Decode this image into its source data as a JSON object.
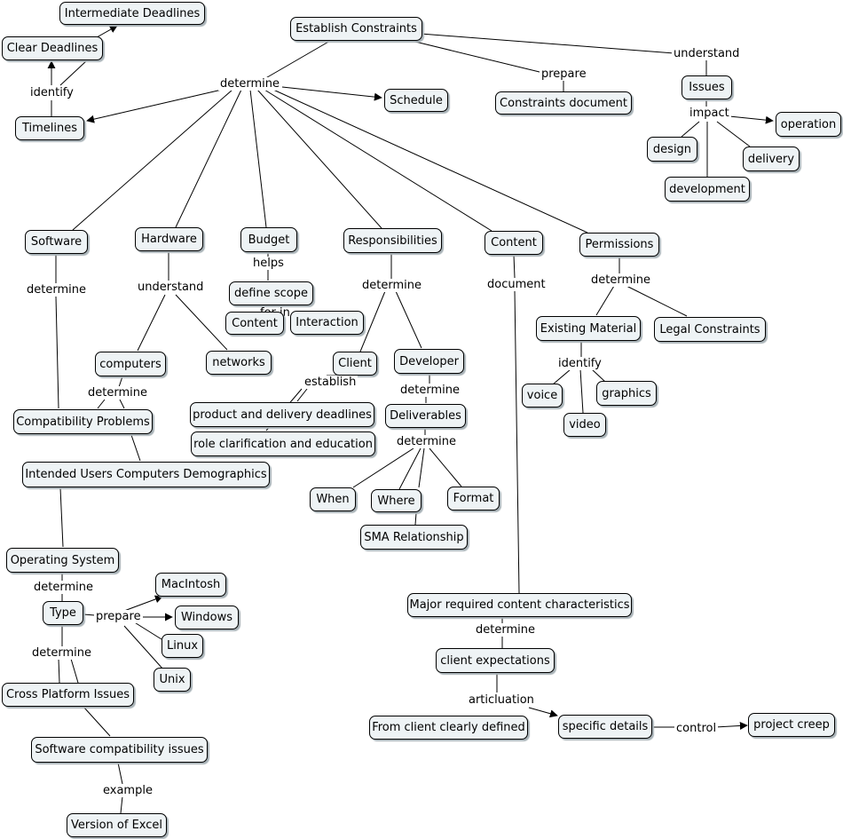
{
  "nodes": {
    "establish_constraints": "Establish Constraints",
    "intermediate_deadlines": "Intermediate Deadlines",
    "clear_deadlines": "Clear Deadlines",
    "timelines": "Timelines",
    "schedule": "Schedule",
    "constraints_document": "Constraints document",
    "issues": "Issues",
    "operation": "operation",
    "design": "design",
    "delivery": "delivery",
    "development": "development",
    "software": "Software",
    "hardware": "Hardware",
    "budget": "Budget",
    "responsibilities": "Responsibilities",
    "content": "Content",
    "permissions": "Permissions",
    "define_scope": "define scope",
    "content_scope": "Content",
    "interaction": "Interaction",
    "computers": "computers",
    "networks": "networks",
    "client": "Client",
    "developer": "Developer",
    "existing_material": "Existing Material",
    "legal_constraints": "Legal Constraints",
    "voice": "voice",
    "graphics": "graphics",
    "video": "video",
    "compatibility_problems": "Compatibility Problems",
    "product_delivery_deadlines": "product and delivery deadlines",
    "deliverables": "Deliverables",
    "role_clarification": "role clarification and education",
    "intended_users": "Intended Users Computers Demographics",
    "when": "When",
    "where": "Where",
    "format": "Format",
    "sma_relationship": "SMA Relationship",
    "operating_system": "Operating System",
    "macintosh": "MacIntosh",
    "type": "Type",
    "windows": "Windows",
    "linux": "Linux",
    "unix": "Unix",
    "major_content": "Major required content characteristics",
    "client_expectations": "client expectations",
    "cross_platform": "Cross Platform Issues",
    "from_client": "From client clearly defined",
    "specific_details": "specific details",
    "project_creep": "project creep",
    "software_compat": "Software compatibility issues",
    "version_excel": "Version of Excel"
  },
  "labels": {
    "determine_main": "determine",
    "prepare_top": "prepare",
    "understand_top": "understand",
    "identify_time": "identify",
    "impact": "impact",
    "helps": "helps",
    "for_in": "for in",
    "determine_software": "determine",
    "understand_hw": "understand",
    "determine_resp": "determine",
    "document": "document",
    "determine_perm": "determine",
    "identify_existing": "identify",
    "determine_computers": "determine",
    "establish": "establish",
    "determine_dev": "determine",
    "determine_deliv": "determine",
    "determine_os": "determine",
    "prepare_type": "prepare",
    "determine_type": "determine",
    "determine_major": "determine",
    "articulation": "articluation",
    "control": "control",
    "example": "example"
  }
}
